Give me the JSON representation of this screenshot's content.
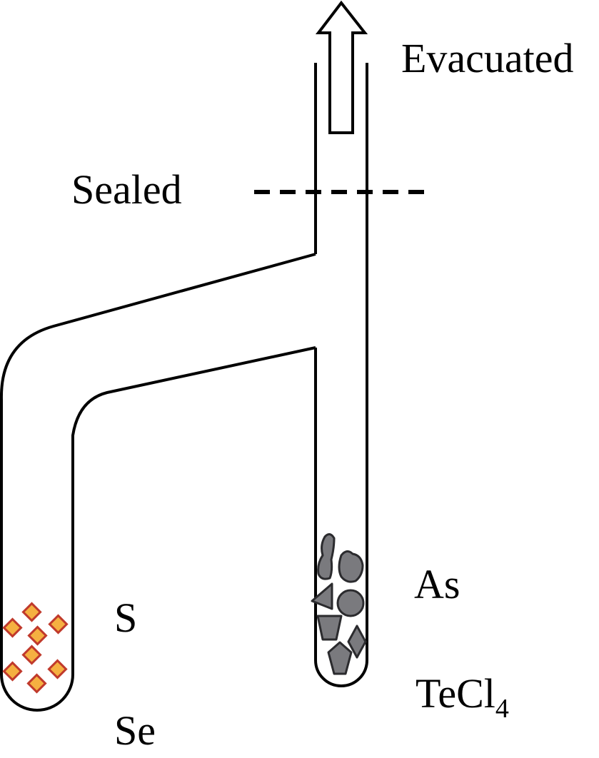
{
  "labels": {
    "evacuated": "Evacuated",
    "sealed": "Sealed",
    "sulfur": "S",
    "selenium": "Se",
    "arsenic": "As",
    "tellurium_chloride_main": "TeCl",
    "tellurium_chloride_sub": "4"
  },
  "colors": {
    "tube_outline": "#000000",
    "crystal_fill": "#f5b041",
    "crystal_stroke": "#c0392b",
    "solid_fill": "#7a7a7e",
    "solid_stroke": "#2b2b2e"
  }
}
